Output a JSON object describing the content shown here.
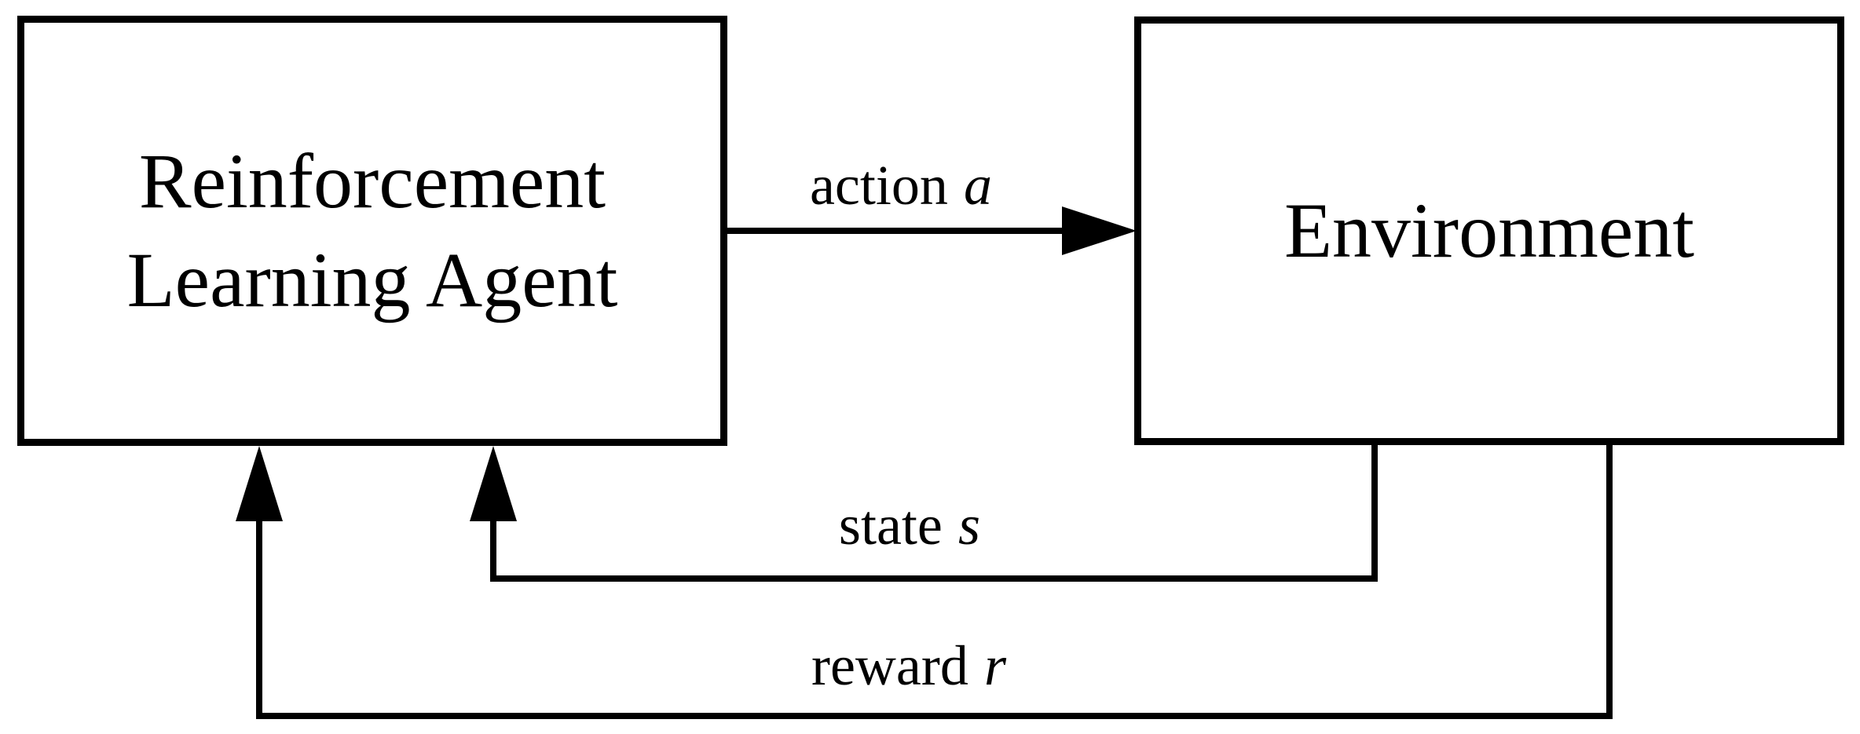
{
  "colors": {
    "stroke": "#000000",
    "text": "#000000",
    "background": "#ffffff"
  },
  "nodes": {
    "agent": {
      "label": "Reinforcement Learning Agent",
      "line1": "Reinforcement",
      "line2": "Learning Agent"
    },
    "environment": {
      "label": "Environment"
    }
  },
  "edges": {
    "action": {
      "word": "action",
      "symbol": "a",
      "from": "agent",
      "to": "environment"
    },
    "state": {
      "word": "state",
      "symbol": "s",
      "from": "environment",
      "to": "agent"
    },
    "reward": {
      "word": "reward",
      "symbol": "r",
      "from": "environment",
      "to": "agent"
    }
  }
}
